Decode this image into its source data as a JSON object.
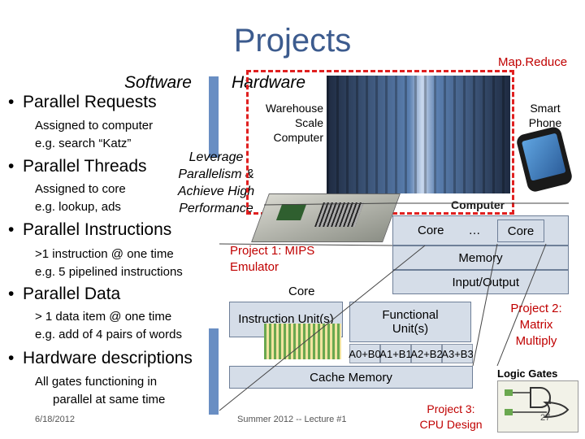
{
  "title": "Projects",
  "software_label": "Software",
  "hardware_label": "Hardware",
  "mapreduce_label": "Map.Reduce",
  "bullets": [
    {
      "title": "Parallel Requests",
      "lines": [
        "Assigned to computer",
        "e.g. search “Katz”"
      ]
    },
    {
      "title": "Parallel Threads",
      "lines": [
        "Assigned to core",
        "e.g. lookup, ads"
      ]
    },
    {
      "title": "Parallel Instructions",
      "lines": [
        ">1 instruction @ one time",
        "e.g. 5 pipelined instructions"
      ]
    },
    {
      "title": "Parallel Data",
      "lines": [
        "> 1 data item @ one time",
        "e.g. add of 4 pairs of words"
      ]
    },
    {
      "title": "Hardware descriptions",
      "lines": [
        "All gates functioning in",
        "parallel at same time"
      ]
    }
  ],
  "leverage_lines": [
    "Leverage",
    "Parallelism &",
    "Achieve High",
    "Performance"
  ],
  "warehouse_lines": [
    "Warehouse",
    "Scale",
    "Computer"
  ],
  "smartphone_lines": [
    "Smart",
    "Phone"
  ],
  "computer_label": "Computer",
  "core_left": "Core",
  "core_dots": "…",
  "core_right": "Core",
  "memory_label": "Memory",
  "io_label": "Input/Output",
  "project1_lines": [
    "Project 1: MIPS",
    "Emulator"
  ],
  "core_label": "Core",
  "instruction_unit": "Instruction Unit(s)",
  "functional_unit_lines": [
    "Functional",
    "Unit(s)"
  ],
  "adds": [
    "A0+B0",
    "A1+B1",
    "A2+B2",
    "A3+B3"
  ],
  "cache_memory": "Cache Memory",
  "project2_lines": [
    "Project 2:",
    "Matrix",
    "Multiply"
  ],
  "project3_lines": [
    "Project 3:",
    "CPU Design"
  ],
  "logic_gates": "Logic Gates",
  "footer": {
    "date": "6/18/2012",
    "lecture": "Summer 2012 -- Lecture #1",
    "page": "27"
  }
}
